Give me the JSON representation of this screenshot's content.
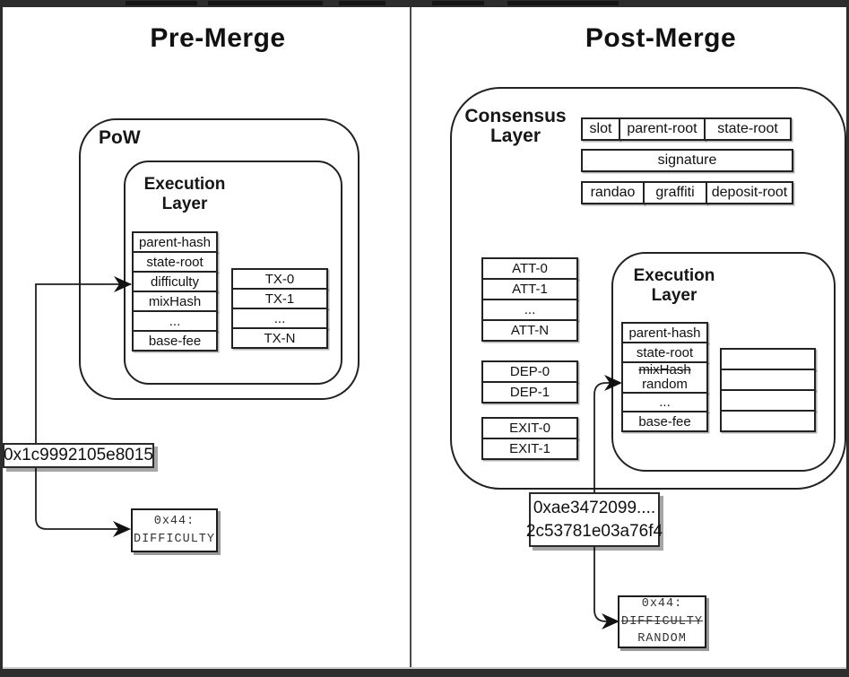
{
  "colors": {
    "ink": "#222222",
    "chrome_bar": "#2d2d2d",
    "canvas": "#ffffff",
    "divider": "#4b4b4b"
  },
  "panels": {
    "left": {
      "title": "Pre-Merge",
      "pow_label": "PoW",
      "execution_layer": {
        "line1": "Execution",
        "line2": "Layer"
      },
      "blocks": [
        "parent-hash",
        "state-root",
        "difficulty",
        "mixHash",
        "...",
        "base-fee"
      ],
      "txs": [
        "TX-0",
        "TX-1",
        "...",
        "TX-N"
      ],
      "hash_value": "0x1c9992105e8015",
      "opcode": {
        "line1": "0x44:",
        "line2": "DIFFICULTY"
      }
    },
    "right": {
      "title": "Post-Merge",
      "consensus_layer": {
        "line1": "Consensus",
        "line2": "Layer"
      },
      "beacon_row1": [
        "slot",
        "parent-root",
        "state-root"
      ],
      "beacon_row2": [
        "signature"
      ],
      "beacon_row3": [
        "randao",
        "graffiti",
        "deposit-root"
      ],
      "attestations": [
        "ATT-0",
        "ATT-1",
        "...",
        "ATT-N"
      ],
      "deposits": [
        "DEP-0",
        "DEP-1"
      ],
      "exits": [
        "EXIT-0",
        "EXIT-1"
      ],
      "execution_layer": {
        "line1": "Execution",
        "line2": "Layer"
      },
      "blocks_top": [
        "parent-hash",
        "state-root"
      ],
      "block_replaced": {
        "old": "mixHash",
        "new": "random"
      },
      "blocks_bottom": [
        "...",
        "base-fee"
      ],
      "hash_value": {
        "line1": "0xae3472099....",
        "line2": "2c53781e03a76f4"
      },
      "opcode": {
        "line1": "0x44:",
        "line2": "DIFFICULTY",
        "line3": "RANDOM"
      }
    }
  }
}
